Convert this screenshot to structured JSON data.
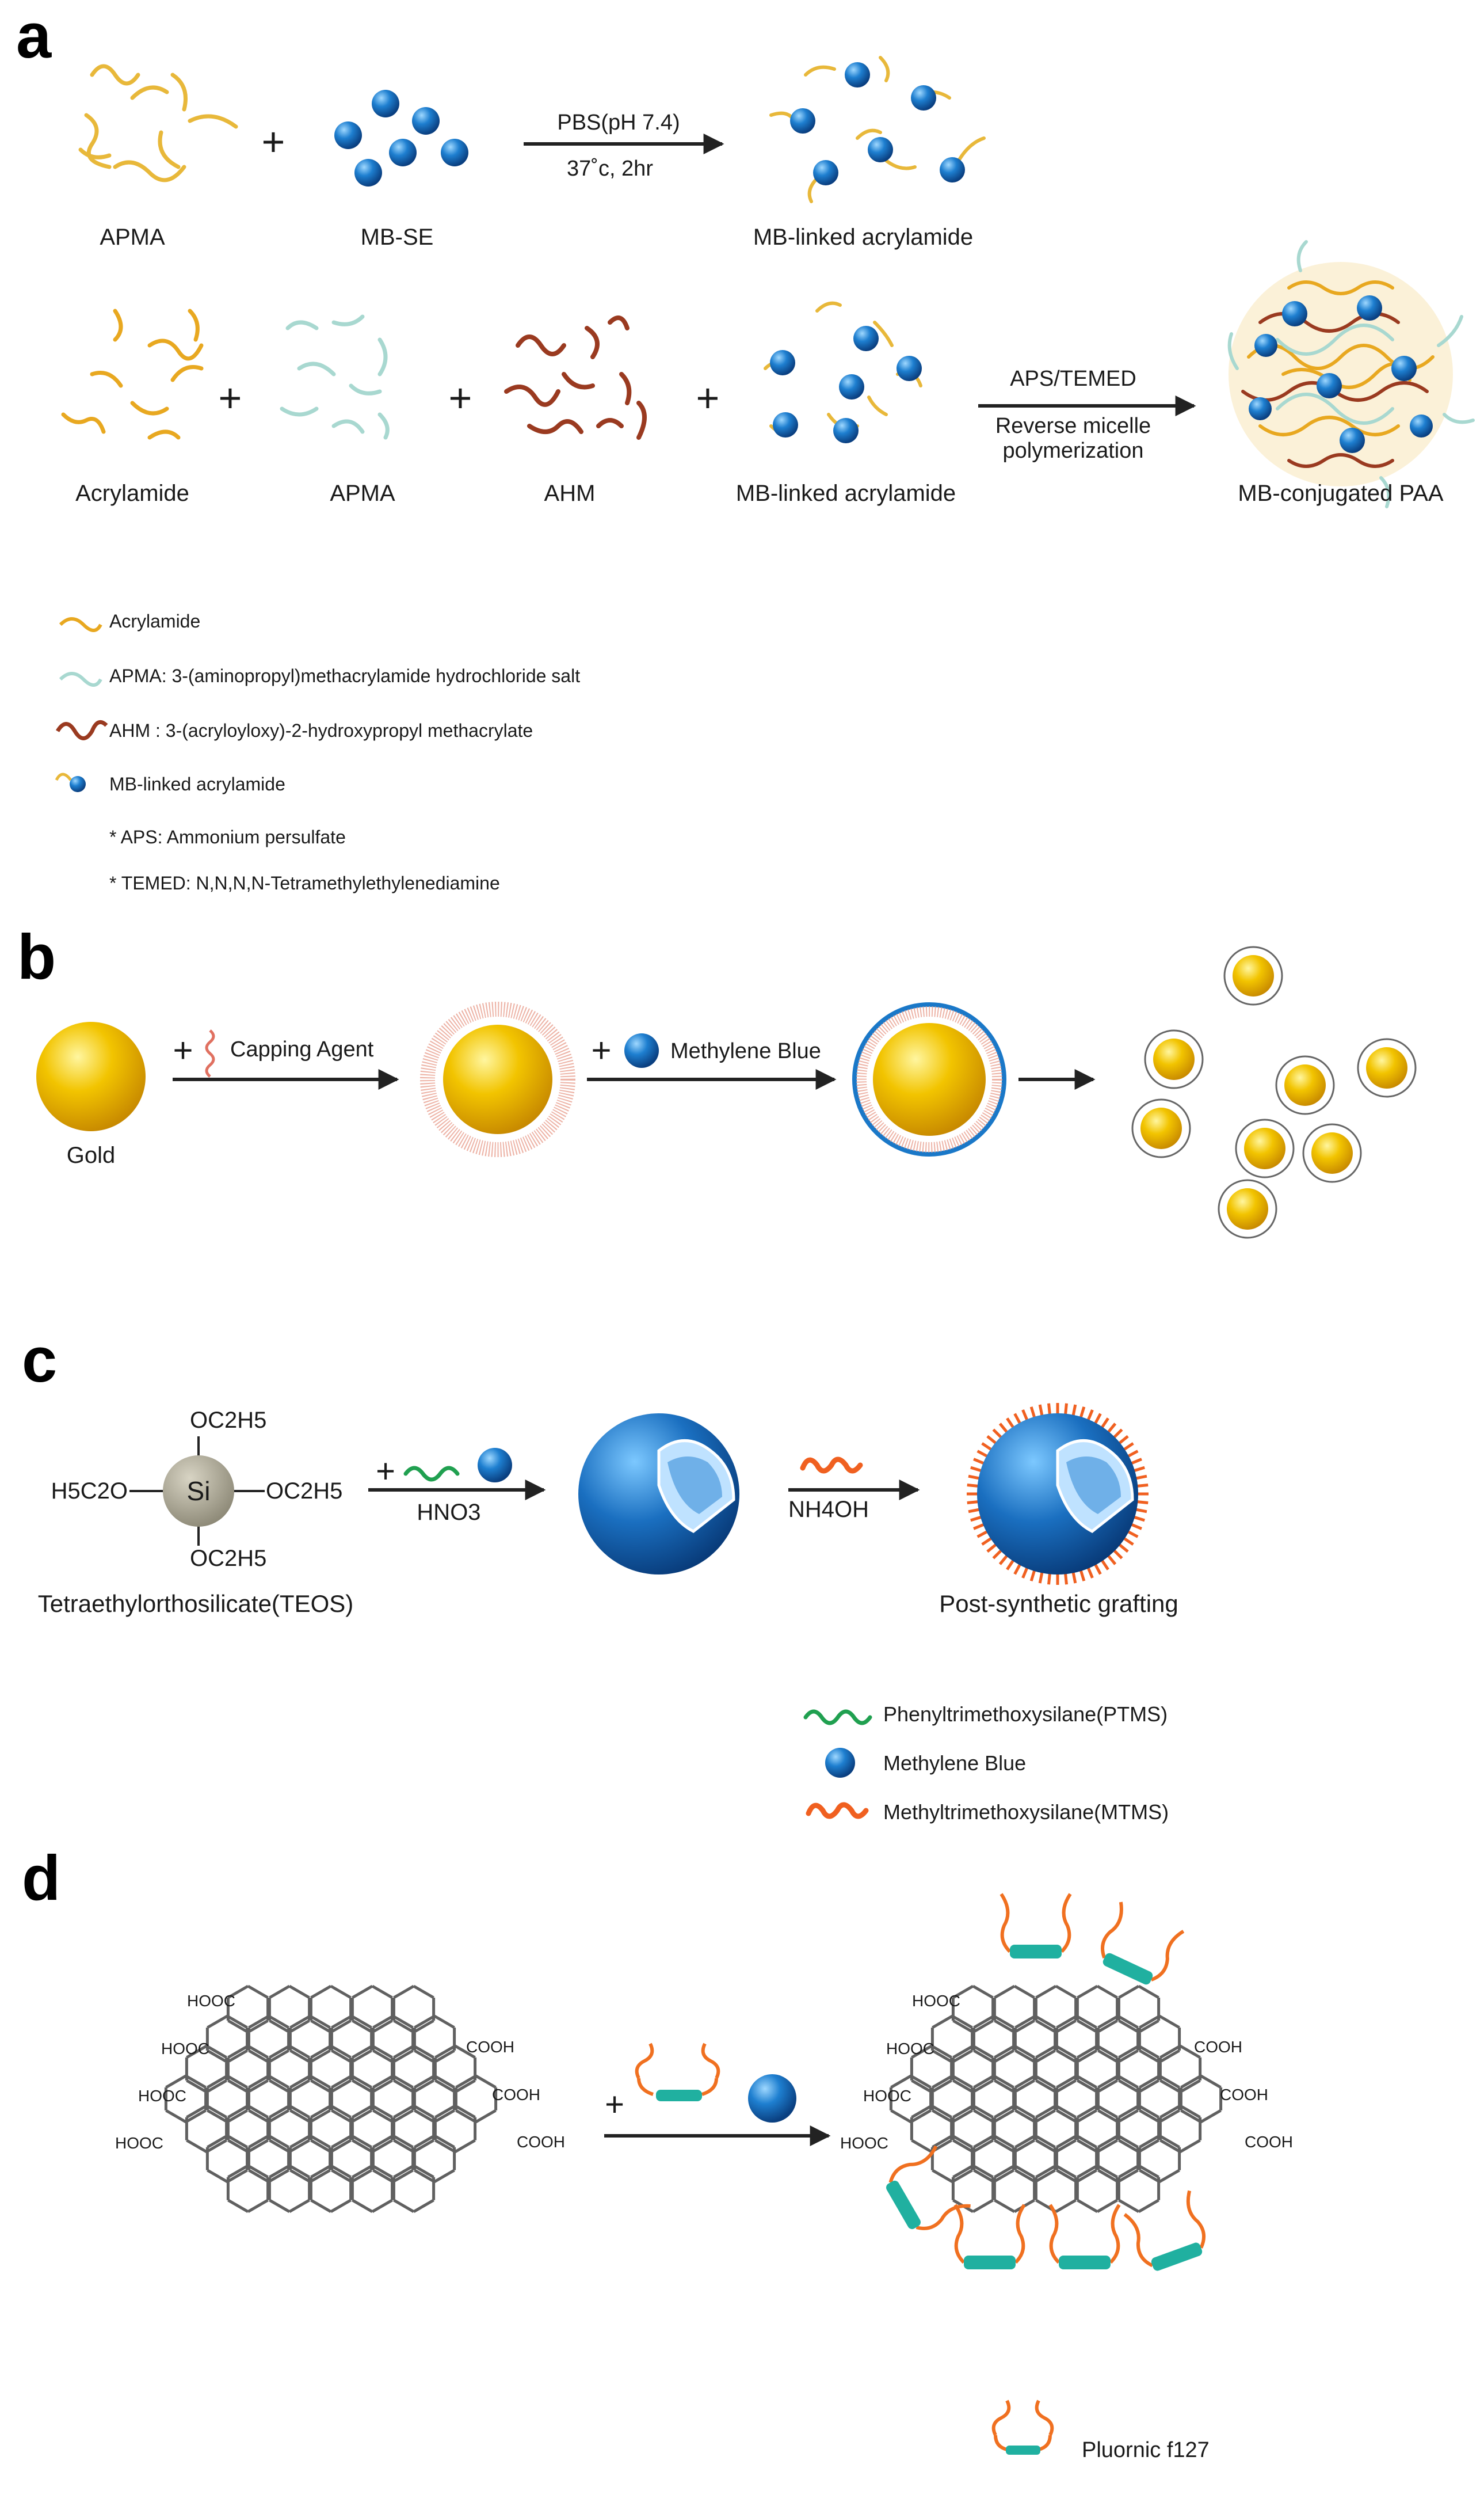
{
  "panels": {
    "a": {
      "letter": "a",
      "row1": {
        "apma_label": "APMA",
        "mbse_label": "MB-SE",
        "plus": "+",
        "arrow_top": "PBS(pH 7.4)",
        "arrow_bottom": "37˚c, 2hr",
        "product_label": "MB-linked acrylamide"
      },
      "row2": {
        "acrylamide_label": "Acrylamide",
        "apma_label": "APMA",
        "ahm_label": "AHM",
        "mb_linked_label": "MB-linked acrylamide",
        "plus": "+",
        "arrow_top": "APS/TEMED",
        "arrow_bottom_1": "Reverse micelle",
        "arrow_bottom_2": "polymerization",
        "product_label": "MB-conjugated PAA"
      },
      "legend": {
        "acrylamide": "Acrylamide",
        "apma": "APMA: 3-(aminopropyl)methacrylamide hydrochloride salt",
        "ahm": "AHM : 3-(acryloyloxy)-2-hydroxypropyl methacrylate",
        "mb_linked": "MB-linked acrylamide",
        "note_aps": "* APS: Ammonium persulfate",
        "note_temed": "* TEMED: N,N,N,N-Tetramethylethylenediamine"
      }
    },
    "b": {
      "letter": "b",
      "gold_label": "Gold",
      "plus": "+",
      "capping_label": "Capping Agent",
      "mb_label": "Methylene Blue"
    },
    "c": {
      "letter": "c",
      "si": "Si",
      "sub_left": "H5C2O",
      "sub_right": "OC2H5",
      "sub_top": "OC2H5",
      "sub_bottom": "OC2H5",
      "teos_label": "Tetraethylorthosilicate(TEOS)",
      "plus": "+",
      "hno3": "HNO3",
      "nh4oh": "NH4OH",
      "post_label": "Post-synthetic grafting",
      "legend": {
        "ptms": "Phenyltrimethoxysilane(PTMS)",
        "mb": "Methylene Blue",
        "mtms": "Methyltrimethoxysilane(MTMS)"
      }
    },
    "d": {
      "letter": "d",
      "hooc": "HOOC",
      "cooh": "COOH",
      "plus": "+",
      "legend_pluronic": "Pluornic f127"
    }
  },
  "colors": {
    "acrylamide": "#e8a820",
    "apma": "#a8d8d0",
    "ahm": "#9a3a20",
    "mb_blue": "#1a78c8",
    "gold": "#f0c000",
    "capping": "#e07060",
    "ptms_green": "#20a050",
    "mtms_orange": "#f06020",
    "pluronic_teal": "#20b0a0",
    "graphene": "#606060"
  }
}
